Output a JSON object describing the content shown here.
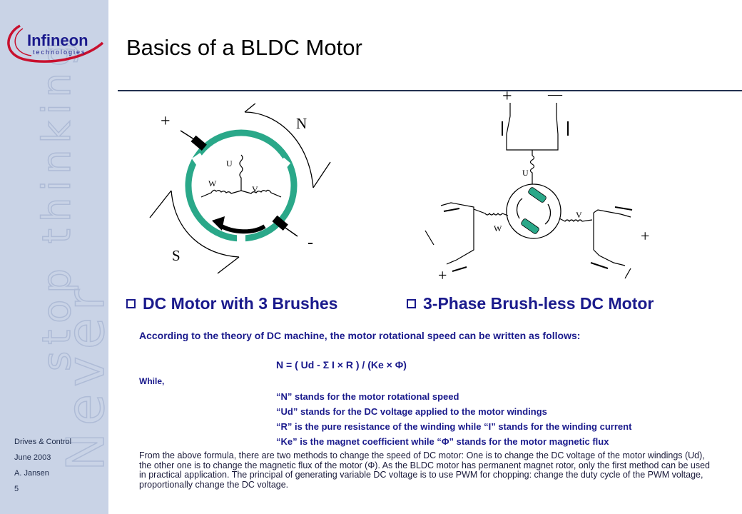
{
  "brand": {
    "logo_text": "Infineon",
    "logo_subtext": "technologies",
    "watermark_line1": "Never",
    "watermark_line2": "stop thinking"
  },
  "footer": {
    "department": "Drives & Control",
    "date": "June 2003",
    "author": "A. Jansen",
    "page_number": "5"
  },
  "title": "Basics of a BLDC Motor",
  "diagram_dc": {
    "plus": "+",
    "minus": "-",
    "pole_n": "N",
    "pole_s": "S",
    "winding_u": "U",
    "winding_v": "V",
    "winding_w": "W"
  },
  "diagram_bldc": {
    "plus": "+",
    "minus": "—",
    "winding_u": "U",
    "winding_v": "V",
    "winding_w": "W"
  },
  "subheads": {
    "dc": "DC Motor with 3 Brushes",
    "bldc": "3-Phase Brush-less DC Motor"
  },
  "body": {
    "intro": "According to the theory of DC machine, the motor rotational speed can be written as follows:",
    "formula": "N = ( Ud - Σ I × R ) / (Ke × Φ)",
    "while": "While,",
    "definitions": [
      "“N” stands for the motor rotational speed",
      "“Ud” stands for the DC voltage applied to the motor windings",
      "“R” is the pure resistance of the winding while “I” stands for the winding current",
      "“Ke” is the magnet coefficient while “Φ” stands for the motor magnetic flux"
    ],
    "conclusion": "From the above formula, there are two methods to change the speed of DC motor: One is to change the DC voltage of the motor windings (Ud), the other one is to change the magnetic flux of the motor (Φ). As the BLDC motor has permanent magnet rotor, only the first method can be  used in practical application. The principal of generating variable DC voltage is to use PWM for chopping: change the duty cycle of the PWM voltage, proportionally change the DC voltage."
  },
  "colors": {
    "sidebar": "#c9d3e6",
    "brand_blue": "#1a1a8c",
    "rotor_green": "#2aa889"
  }
}
